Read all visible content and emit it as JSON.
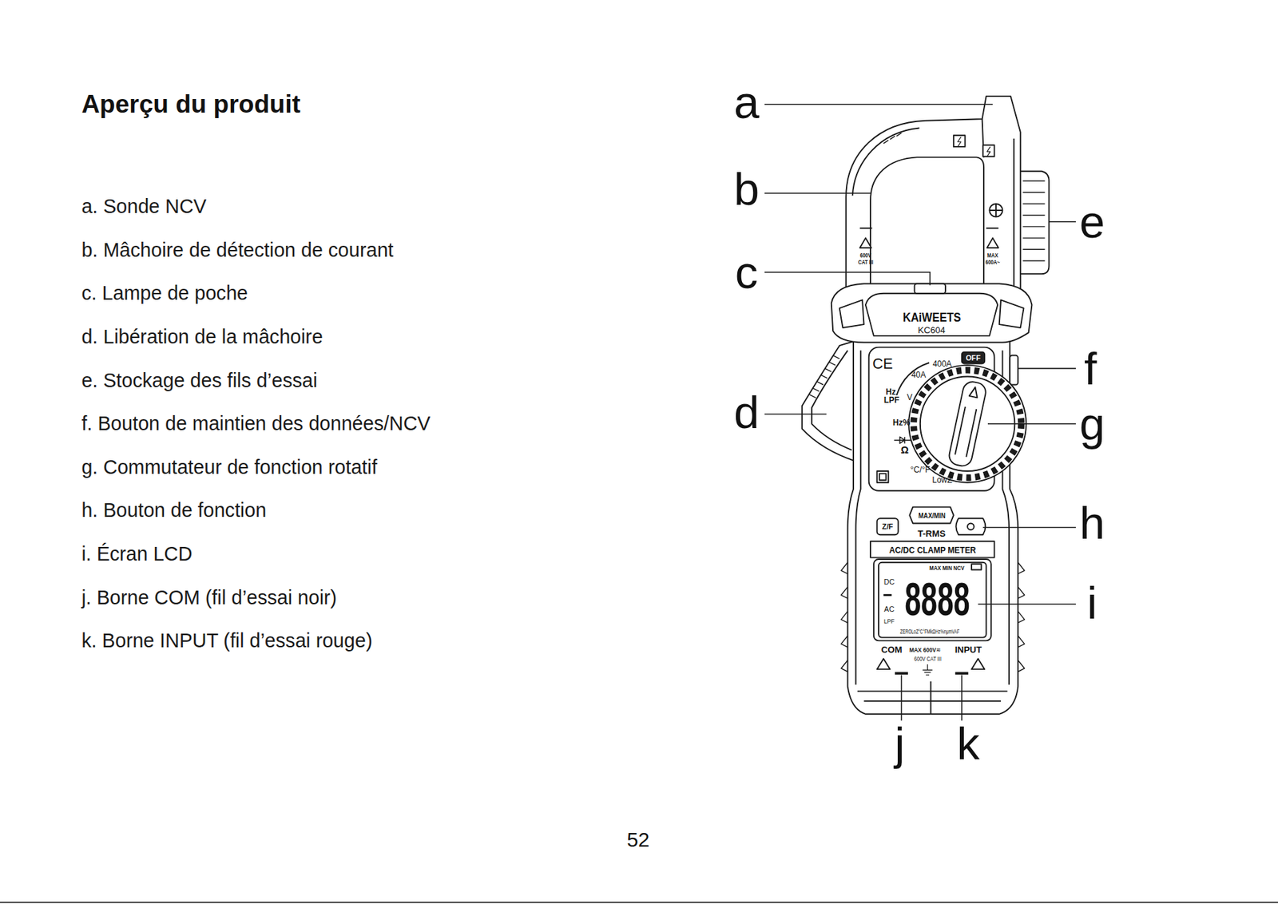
{
  "diagram": {
    "title": "Aperçu du produit",
    "labels": [
      "a. Sonde NCV",
      "b. Mâchoire de détection de courant",
      "c. Lampe de poche",
      "d. Libération de la mâchoire",
      "e. Stockage des fils d’essai",
      "f. Bouton de maintien des données/NCV",
      "g. Commutateur de fonction rotatif",
      "h. Bouton de fonction",
      "i. Écran LCD",
      "j. Borne COM (fil d’essai noir)",
      "k. Borne INPUT (fil d’essai rouge)",
      "a",
      "b",
      "c",
      "d",
      "e",
      "f",
      "g",
      "h",
      "i",
      "j",
      "k",
      "KAiWEETS",
      "KC604",
      "CE",
      "400A",
      "40A",
      "OFF",
      "Hz",
      "LPF",
      "V",
      "Hz%",
      "Ω",
      "°C/°F",
      "LowZ",
      "Z/F",
      "MAX/MIN",
      "T-RMS",
      "AC/DC CLAMP METER",
      "MAX MIN NCV",
      "DC",
      "AC",
      "LPF",
      "8888",
      "ZEROLoZ°C°FMkΩHz%nμmVAF",
      "COM",
      "MAX 600V≂",
      "INPUT",
      "600V CAT III",
      "600V",
      "CAT III",
      "MAX",
      "600A~",
      "52"
    ]
  }
}
